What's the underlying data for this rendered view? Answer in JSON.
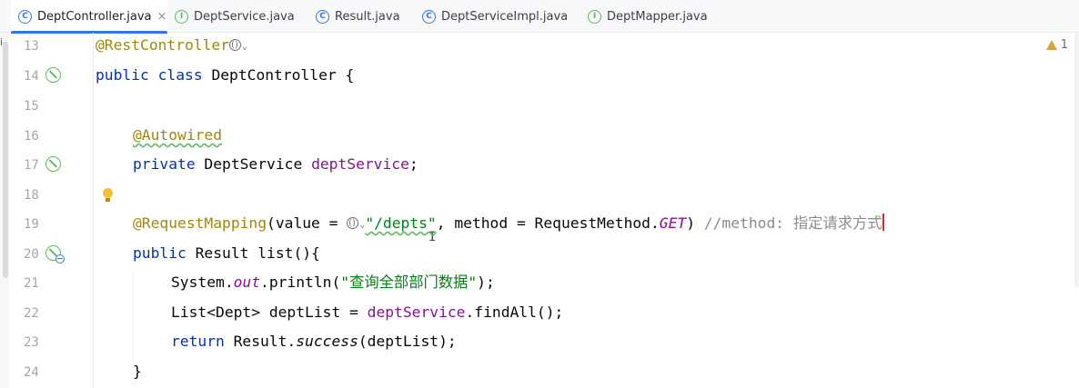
{
  "tabs": [
    {
      "label": "DeptController.java",
      "type": "class",
      "active": true,
      "close": "×"
    },
    {
      "label": "DeptService.java",
      "type": "interface"
    },
    {
      "label": "Result.java",
      "type": "class"
    },
    {
      "label": "DeptServiceImpl.java",
      "type": "class"
    },
    {
      "label": "DeptMapper.java",
      "type": "interface"
    }
  ],
  "tab_icon_glyph": "C",
  "interface_icon_glyph": "I",
  "left_fragment": "i-",
  "warnings": {
    "count": "1"
  },
  "line_numbers": [
    "13",
    "14",
    "15",
    "16",
    "17",
    "18",
    "19",
    "20",
    "21",
    "22",
    "23",
    "24"
  ],
  "code": {
    "l13": {
      "anno": "@RestController"
    },
    "l14": {
      "kw1": "public class ",
      "name": "DeptController {"
    },
    "l16": {
      "anno": "@Autowired"
    },
    "l17": {
      "kw": "private ",
      "type": "DeptService ",
      "field": "deptService",
      "end": ";"
    },
    "l19": {
      "anno": "@RequestMapping",
      "p1": "(value = ",
      "str": "\"/depts\"",
      "p2": ", method = RequestMethod.",
      "get": "GET",
      "p3": ") ",
      "cmt": "//method: 指定请求方式"
    },
    "l20": {
      "kw": "public ",
      "rest": "Result list(){"
    },
    "l21": {
      "a": "System.",
      "out": "out",
      "b": ".println(",
      "str": "\"查询全部部门数据\"",
      "c": ");"
    },
    "l22": {
      "a": "List<Dept> deptList = ",
      "field": "deptService",
      "b": ".findAll();"
    },
    "l23": {
      "kw": "return ",
      "a": "Result.",
      "success": "success",
      "b": "(deptList);"
    },
    "l24": {
      "brace": "}"
    }
  },
  "colors": {
    "accent": "#3574f0",
    "keyword": "#0033b3",
    "annotation": "#9e880d",
    "field": "#871094",
    "string": "#067d17",
    "comment": "#8c8c8c"
  }
}
